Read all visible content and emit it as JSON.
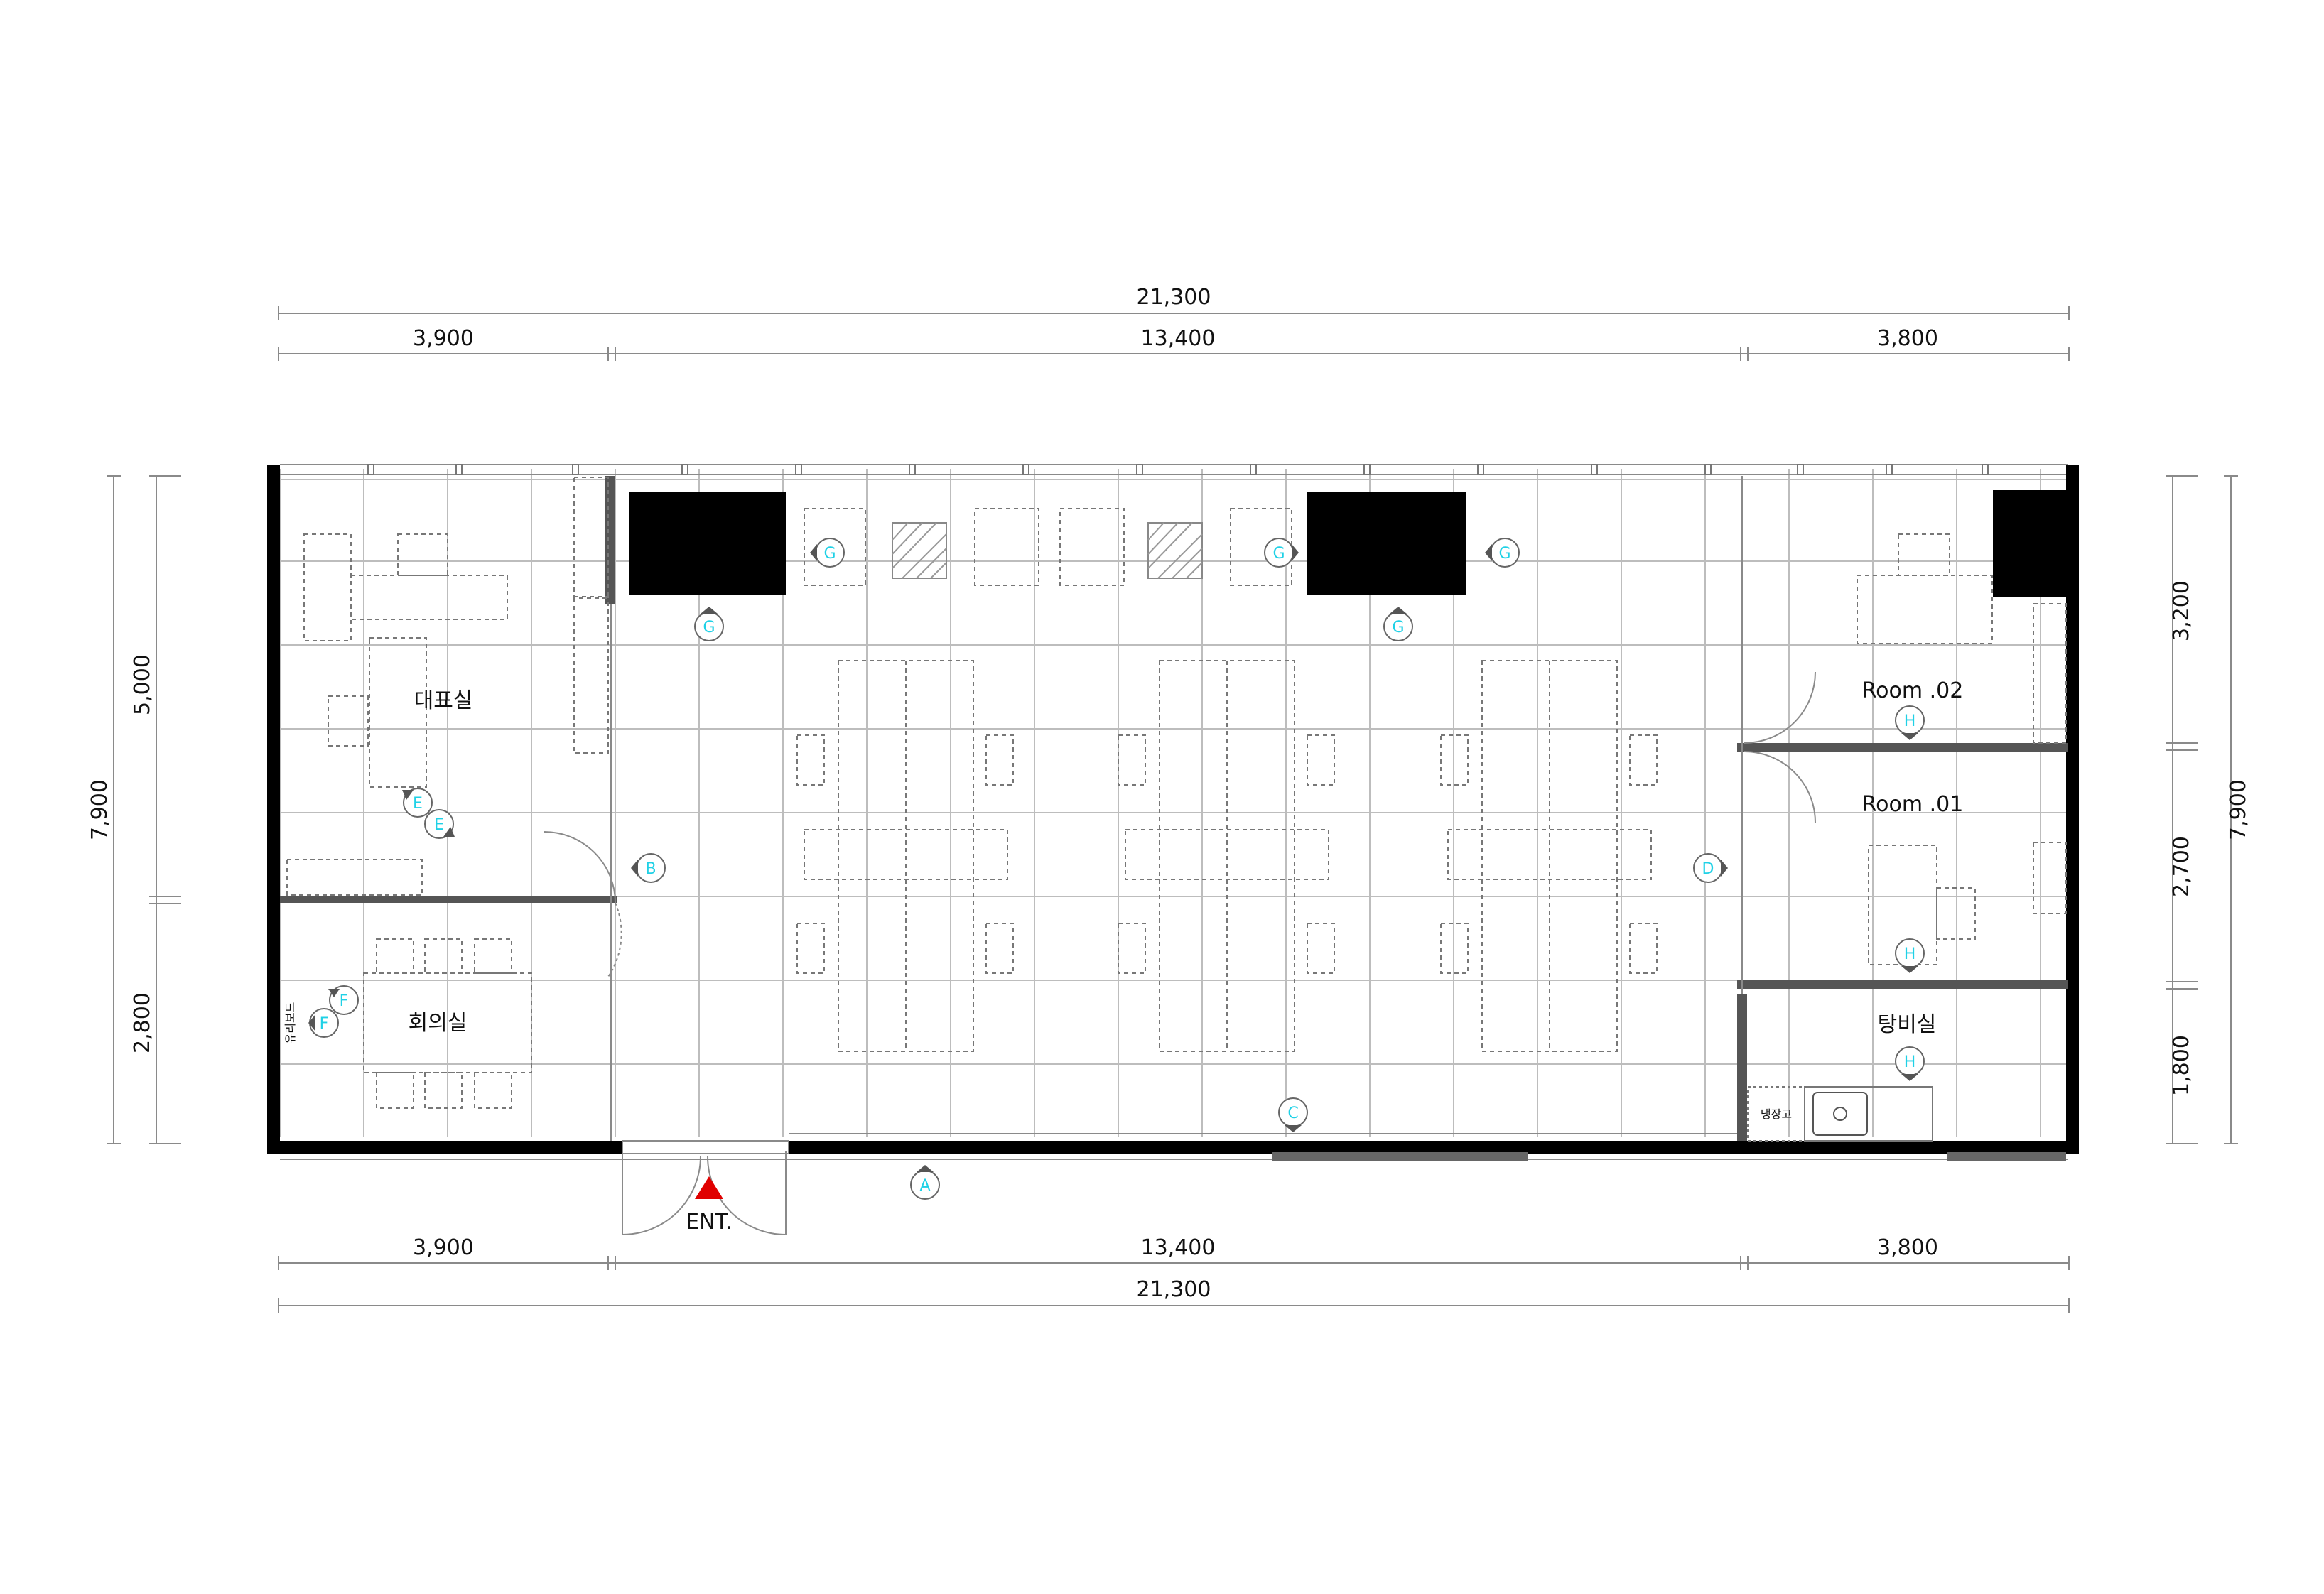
{
  "dimensions": {
    "top_total": "21,300",
    "top_segments": [
      "3,900",
      "13,400",
      "3,800"
    ],
    "bottom_segments": [
      "3,900",
      "13,400",
      "3,800"
    ],
    "bottom_total": "21,300",
    "left_total": "7,900",
    "left_segments": [
      "5,000",
      "2,800"
    ],
    "right_total": "7,900",
    "right_segments": [
      "3,200",
      "2,700",
      "1,800"
    ]
  },
  "rooms": {
    "ceo_office": "대표실",
    "meeting_room": "회의실",
    "room_02": "Room .02",
    "room_01": "Room .01",
    "pantry": "탕비실",
    "fridge": "냉장고",
    "whiteboard": "유리보드",
    "entrance": "ENT."
  },
  "elevation_tags": {
    "a": "A",
    "b": "B",
    "c": "C",
    "d": "D",
    "e": "E",
    "f": "F",
    "g": "G",
    "h": "H"
  },
  "colors": {
    "wall": "#000000",
    "partition": "#555555",
    "tag_text": "#1fd1e6",
    "entrance_marker": "#e00000"
  }
}
